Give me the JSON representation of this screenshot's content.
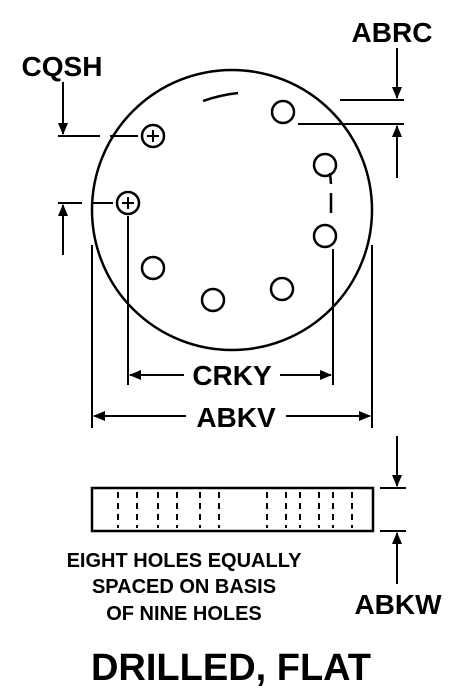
{
  "labels": {
    "abrc": "ABRC",
    "cqsh": "CQSH",
    "crky": "CRKY",
    "abkv": "ABKV",
    "abkw": "ABKW"
  },
  "note": {
    "line1": "EIGHT HOLES EQUALLY",
    "line2": "SPACED ON BASIS",
    "line3": "OF NINE HOLES"
  },
  "title": "DRILLED, FLAT",
  "colors": {
    "ink": "#000000",
    "paper": "#ffffff"
  }
}
